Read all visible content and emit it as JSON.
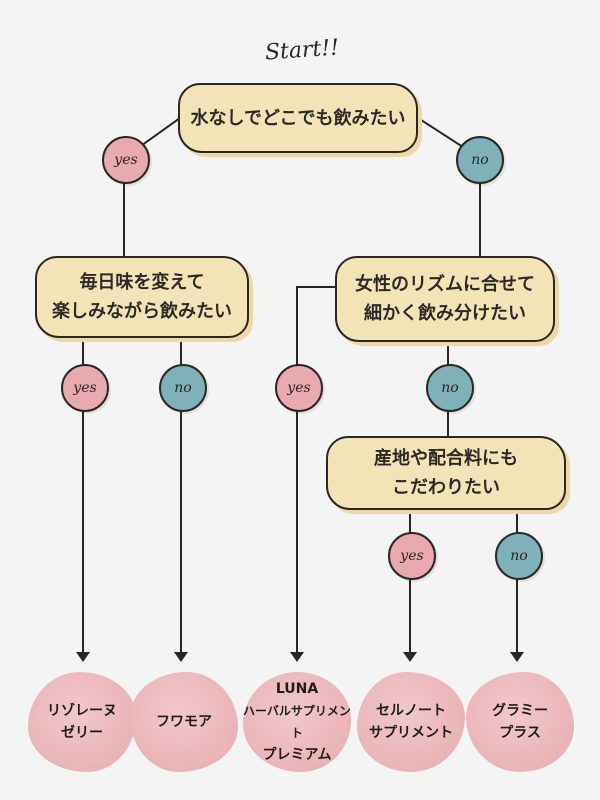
{
  "start_label": "Start!!",
  "questions": {
    "q1": "水なしでどこでも飲みたい",
    "q2_line1": "毎日味を変えて",
    "q2_line2": "楽しみながら飲みたい",
    "q3_line1": "女性のリズムに合せて",
    "q3_line2": "細かく飲み分けたい",
    "q4_line1": "産地や配合料にも",
    "q4_line2": "こだわりたい"
  },
  "answers": {
    "yes": "yes",
    "no": "no"
  },
  "results": [
    {
      "lines": [
        "リゾレーヌ",
        "ゼリー"
      ]
    },
    {
      "lines": [
        "フワモア"
      ]
    },
    {
      "lines": [
        "LUNA",
        "ハーバルサプリメント",
        "プレミアム"
      ]
    },
    {
      "lines": [
        "セルノート",
        "サプリメント"
      ]
    },
    {
      "lines": [
        "グラミー",
        "プラス"
      ]
    }
  ],
  "colors": {
    "question_box": "#f3e4b8",
    "yes": "#e8a9b0",
    "no": "#7fb1b9",
    "result": "#e9b4b8",
    "line": "#2a2622"
  }
}
